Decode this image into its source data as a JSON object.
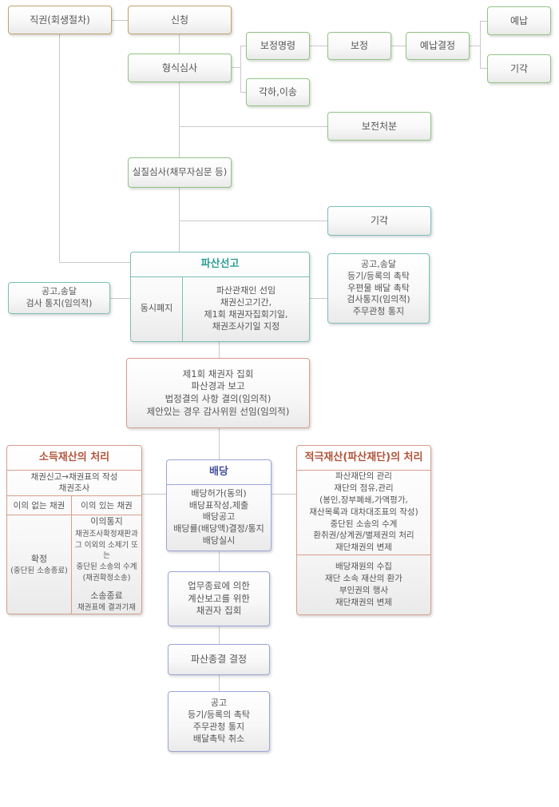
{
  "palette": {
    "tan_border": "#c2a36b",
    "green_border": "#90c483",
    "teal_border": "#7bbeb7",
    "salmon_border": "#d89e8b",
    "blue_border": "#9ba4d6",
    "connector": "#c9c9c9",
    "text": "#555555",
    "teal_title": "#2e9d96",
    "blue_title": "#44519e",
    "brown_title": "#b1543b"
  },
  "nodes": {
    "jikgwon": "직권(회생절차)",
    "sincheong": "신청",
    "hyeongsik": "형식심사",
    "bojeongmyeongryeong": "보정명령",
    "bojeong": "보정",
    "yenapgyeoljeong": "예납결정",
    "yenap": "예납",
    "gigak_top": "기각",
    "gakhaisong": "각하,이송",
    "bojeoncheobun": "보전처분",
    "siljilsimsa": "실질심사(채무자심문 등)",
    "gigak_mid": "기각",
    "pasanseongo": {
      "title": "파산선고",
      "left_cell": "동시폐지",
      "right_cell": "파산관재인 선임\n채권신고기간,\n제1회 채권자집회기일,\n채권조사기일 지정"
    },
    "notice_left": "공고,송달\n검사 통지(임의적)",
    "notice_right": "공고,송달\n등기/등록의 촉탁\n우편물 배달 촉탁\n검사통지(임의적)\n주무관청 통지",
    "je1hoe": "제1회 채권자 집회\n파산경과 보고\n법정결의 사항 결의(임의적)\n제안있는 경우 감사위원 선임(임의적)",
    "sodeuk": {
      "title": "소득재산의 처리",
      "row1": "채권신고→채권표의 작성\n채권조사",
      "header_left": "이의 없는 채권",
      "header_right": "이의 있는 채권",
      "cell_left_main": "확정",
      "cell_left_sub": "(중단된 소송종료)",
      "cell_right_title1": "이의통지",
      "cell_right_sub1": "채권조사확정재판과\n그 이외의 소제기 또는\n중단된 소송의 수계\n(채권확정소송)",
      "cell_right_title2": "소송종료",
      "cell_right_sub2": "채권표에 결과기재"
    },
    "jeokgeuk": {
      "title": "적극재산(파산재단)의 처리",
      "row1": "파산재단의 관리\n재단의 점유,관리\n(봉인,장부폐쇄,가액평가,\n재산목록과 대차대조표의 작성)\n중단된 소송의 수계\n환취권/상계권/별제권의 처리\n재단채권의 변제",
      "row2": "배당재원의 수집\n재단 소속 재산의 환가\n부인권의 행사\n재단채권의 변제"
    },
    "baedang": {
      "title": "배당",
      "body": "배당허가(동의)\n배당표작성,제출\n배당공고\n배당률(배당액)결정/통지\n배당실시"
    },
    "eopmu": "업무종료에 의한\n계산보고를 위한\n채권자 집회",
    "pasanjonggyeol": "파산종결 결정",
    "gonggo_bottom": "공고\n등기/등록의 촉탁\n주무관청 통지\n배달촉탁 취소"
  }
}
